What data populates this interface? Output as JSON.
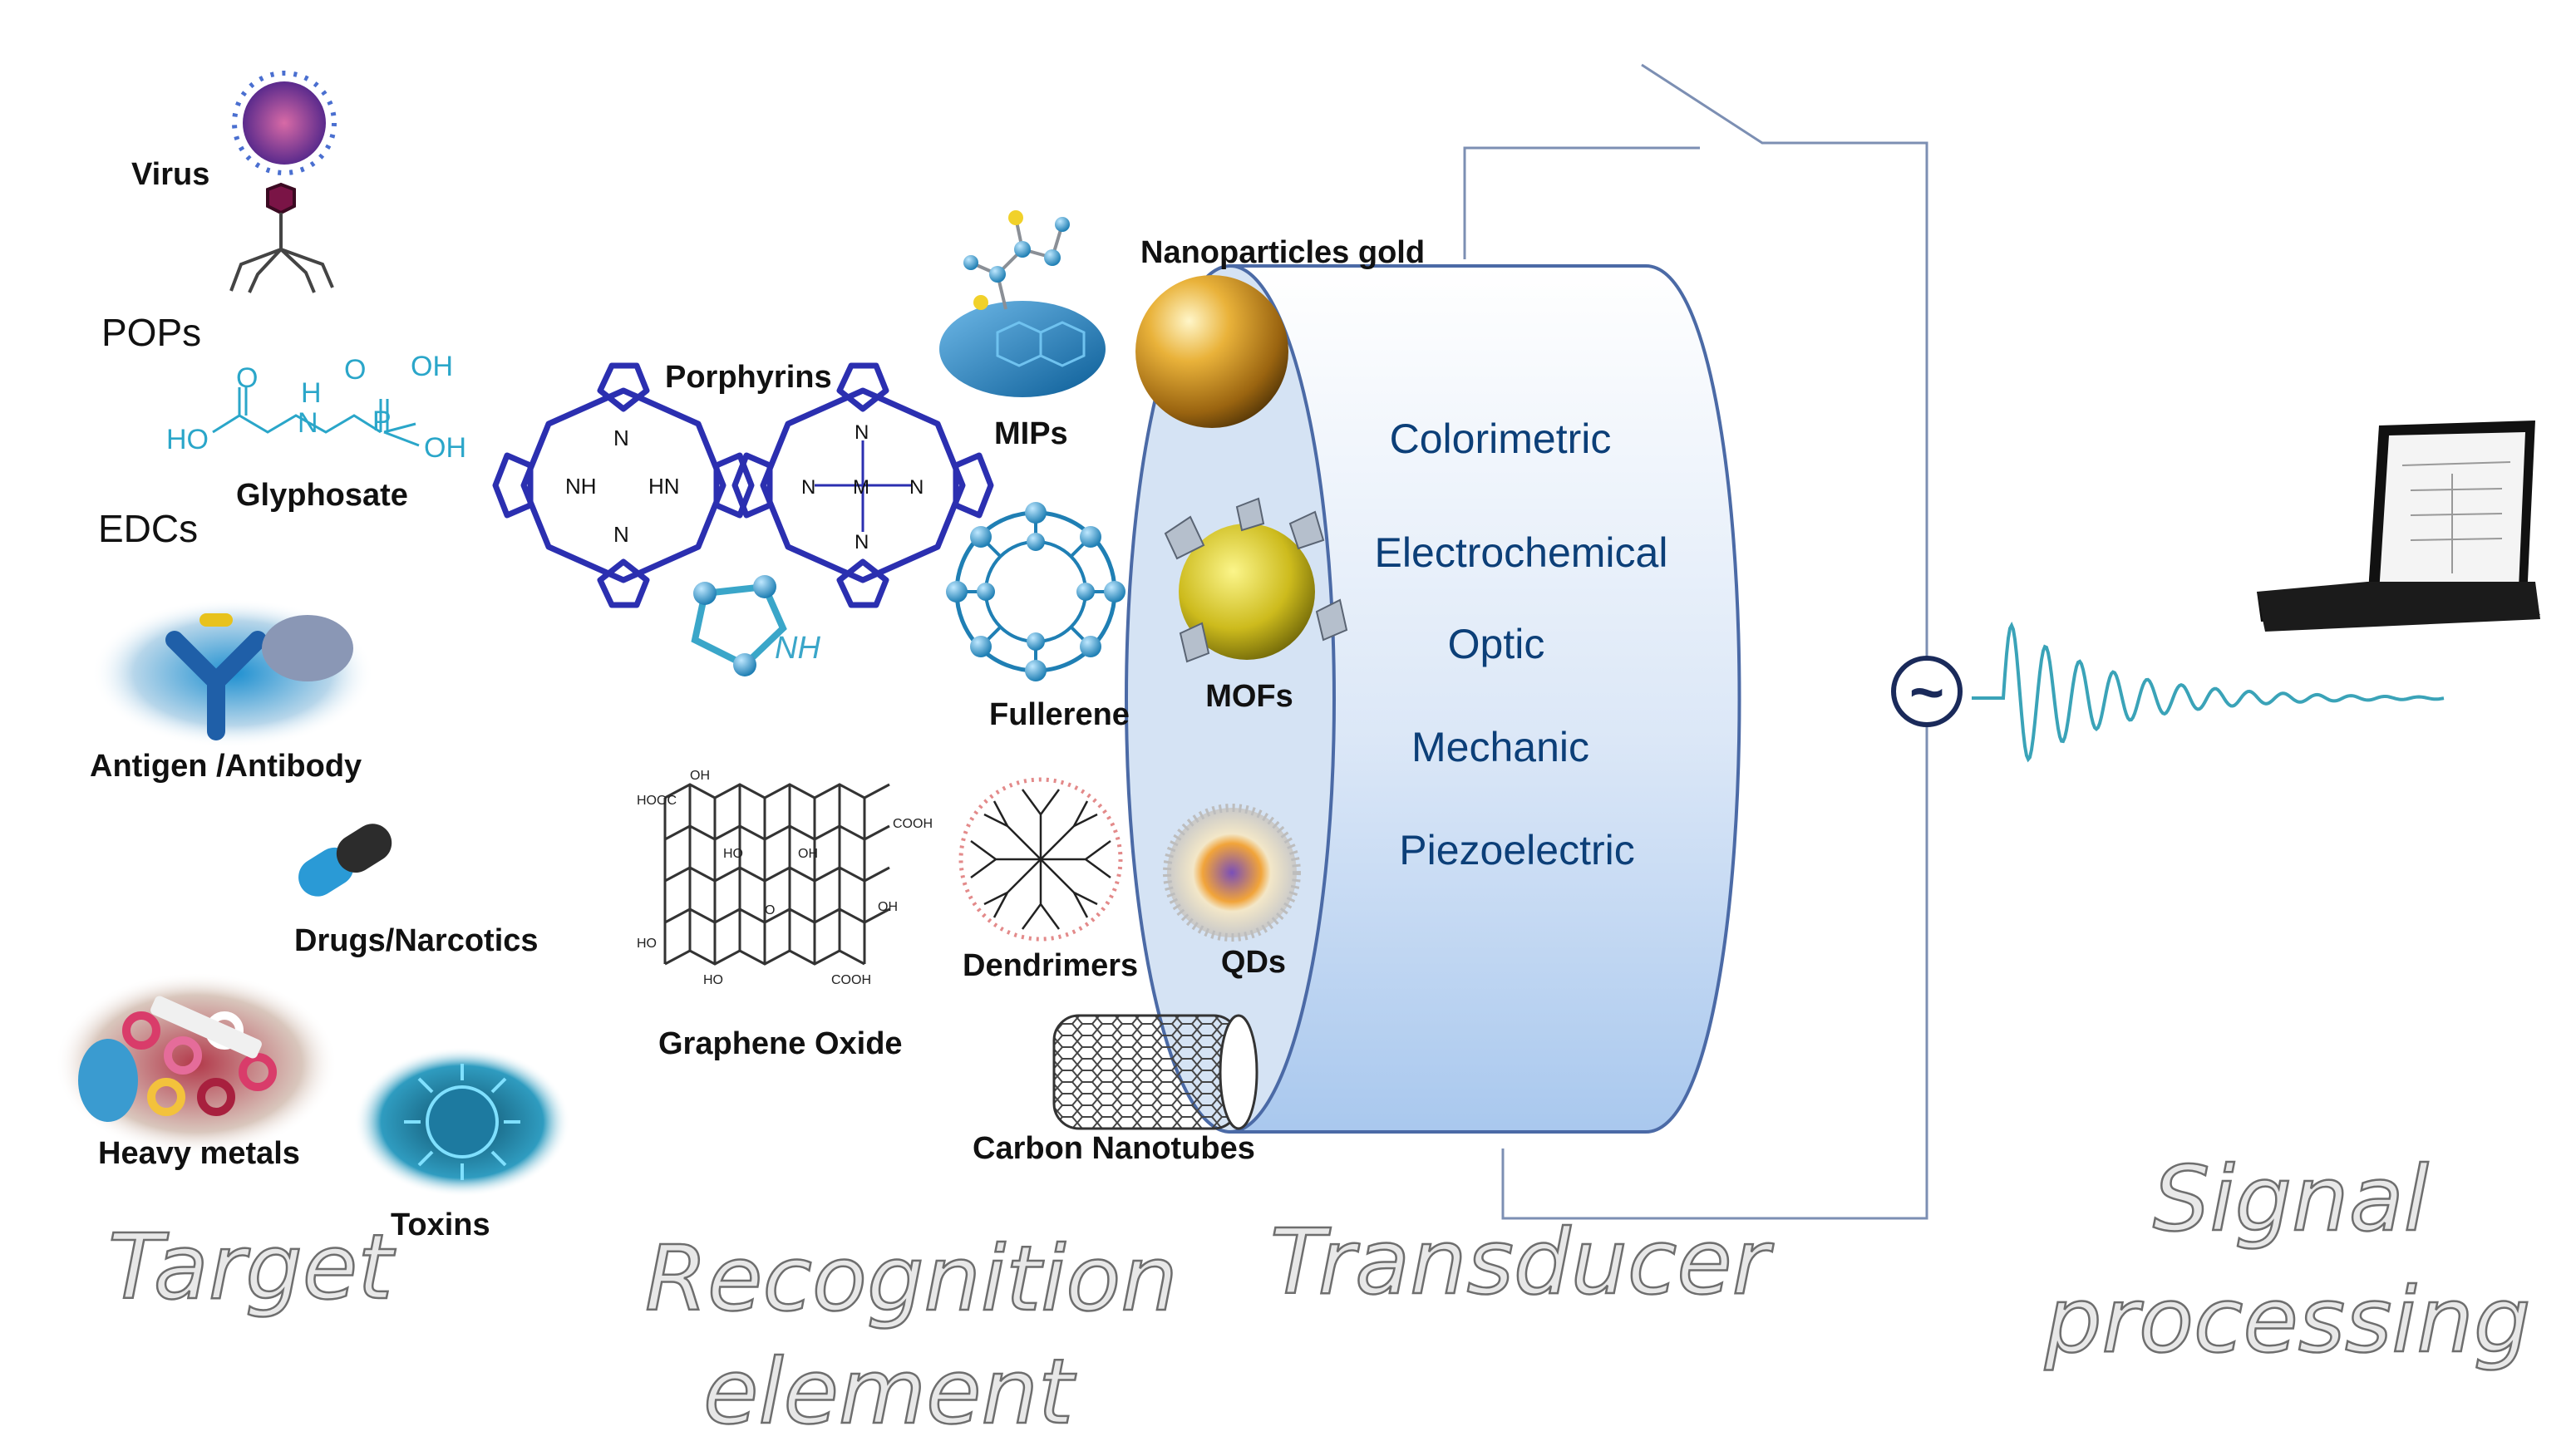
{
  "targets": {
    "virus": "Virus",
    "pops": "POPs",
    "glyphosate": "Glyphosate",
    "glyphosate_atoms": {
      "o1": "O",
      "o2": "O",
      "oh1": "OH",
      "oh2": "OH",
      "ho": "HO",
      "h": "H",
      "n": "N",
      "p": "P"
    },
    "edcs": "EDCs",
    "antigen": "Antigen /Antibody",
    "drugs": "Drugs/Narcotics",
    "heavy_metals": "Heavy metals",
    "toxins": "Toxins"
  },
  "recognition": {
    "porphyrins": "Porphyrins",
    "porphyrin_atoms": {
      "n": "N",
      "nh": "NH",
      "hn": "HN",
      "m": "M"
    },
    "imidazole_nh": "NH",
    "mips": "MIPs",
    "fullerene": "Fullerene",
    "dendrimers": "Dendrimers",
    "graphene_oxide": "Graphene Oxide",
    "graphene_groups": {
      "oh": "OH",
      "ho": "HO",
      "cooh": "COOH",
      "hooc": "HOOC",
      "o": "O"
    },
    "carbon_nanotubes": "Carbon Nanotubes",
    "gold": "Nanoparticles gold",
    "mofs": "MOFs",
    "qds": "QDs"
  },
  "transducer": {
    "methods": [
      "Colorimetric",
      "Electrochemical",
      "Optic",
      "Mechanic",
      "Piezoelectric"
    ],
    "ac_symbol": "~"
  },
  "stage_titles": {
    "target": "Target",
    "recognition_line1": "Recognition",
    "recognition_line2": "element",
    "transducer": "Transducer",
    "signal_line1": "Signal",
    "signal_line2": "processing"
  },
  "colors": {
    "cylinder_top": "#ffffff",
    "cylinder_bottom": "#a9c8ee",
    "porphyrin": "#2b2fb0",
    "signal_wave": "#3aa3b8",
    "gold": "#d49a22",
    "chem_text": "#2aa6c9"
  }
}
